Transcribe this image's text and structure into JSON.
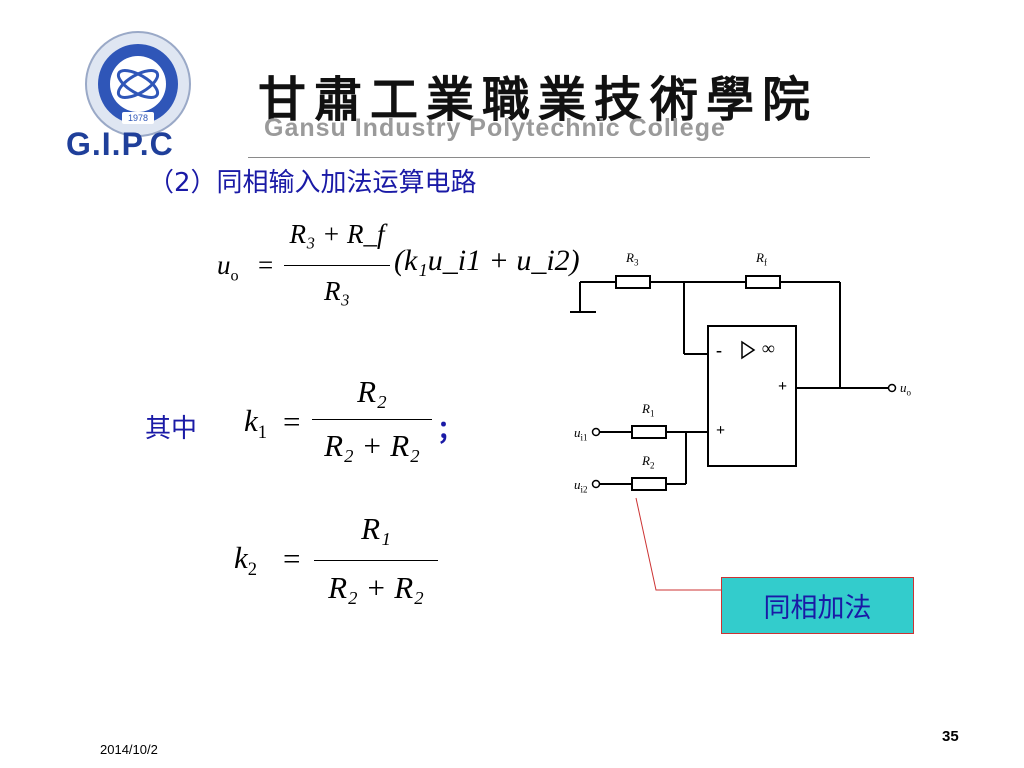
{
  "header": {
    "logo_abbrev": "G.I.P.C",
    "emblem_year": "1978",
    "college_name_cn": "甘肅工業職業技術學院",
    "college_name_en": "Gansu Industry Polytechnic College"
  },
  "slide": {
    "title": "（2）同相输入加法运算电路",
    "where_label": "其中",
    "semicolon": "；"
  },
  "formulas": {
    "f1": {
      "lhs": "u",
      "lhs_sub": "o",
      "num": "R₃ + R_f",
      "den": "R₃",
      "paren": "(k₁u_i1 + u_i2)"
    },
    "f2": {
      "lhs": "k",
      "lhs_sub": "1",
      "num": "R₂",
      "den": "R₂ + R₂"
    },
    "f3": {
      "lhs": "k",
      "lhs_sub": "2",
      "num": "R₁",
      "den": "R₂ + R₂"
    }
  },
  "circuit": {
    "labels": {
      "r3": "R",
      "r3_sub": "3",
      "rf": "R",
      "rf_sub": "f",
      "r1": "R",
      "r1_sub": "1",
      "r2": "R",
      "r2_sub": "2",
      "ui1": "u",
      "ui1_sub": "i1",
      "ui2": "u",
      "ui2_sub": "i2",
      "uo": "u",
      "uo_sub": "o",
      "minus": "-",
      "plus_out": "+",
      "plus_in": "+",
      "infinity": "∞"
    }
  },
  "callout": {
    "text": "同相加法"
  },
  "footer": {
    "date": "2014/10/2",
    "page": "35"
  },
  "colors": {
    "title_blue": "#1a1aa6",
    "logo_blue": "#1f3f9a",
    "callout_fill": "#33cccc",
    "callout_border": "#cc3333"
  }
}
